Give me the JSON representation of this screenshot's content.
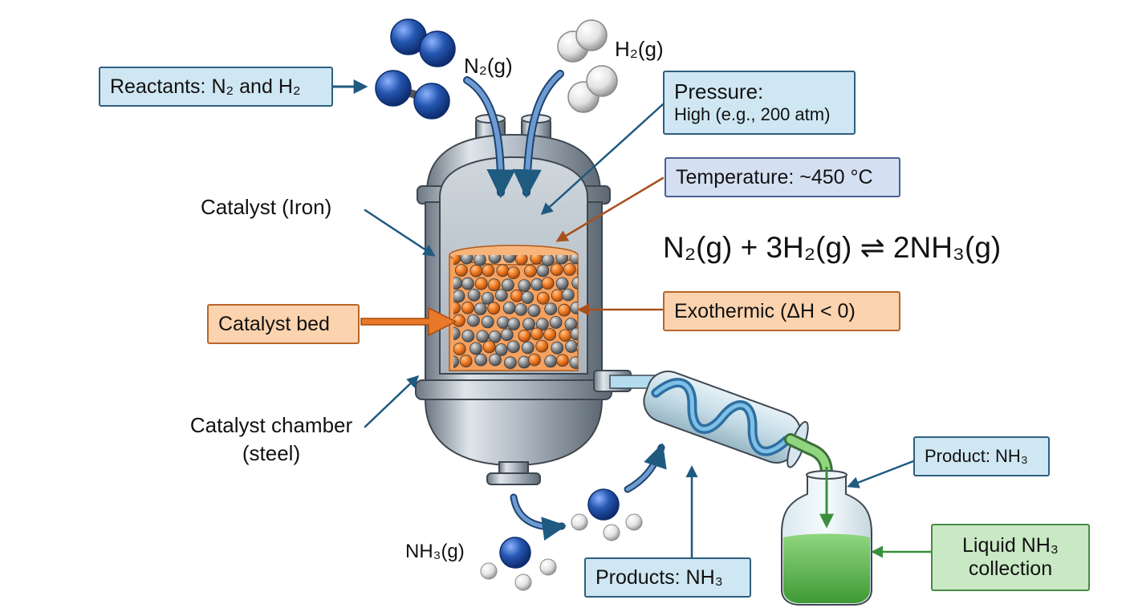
{
  "labels": {
    "reactants_box": "Reactants: N₂ and H₂",
    "n2_gas": "N₂(g)",
    "h2_gas": "H₂(g)",
    "pressure_title": "Pressure:",
    "pressure_value": "High (e.g., 200 atm)",
    "temperature": "Temperature: ~450 °C",
    "catalyst_iron": "Catalyst (Iron)",
    "catalyst_bed": "Catalyst bed",
    "equation": "N₂(g) + 3H₂(g) ⇌ 2NH₃(g)",
    "exothermic": "Exothermic (ΔH < 0)",
    "catalyst_chamber_line1": "Catalyst chamber",
    "catalyst_chamber_line2": "(steel)",
    "nh3_gas": "NH₃(g)",
    "products_box": "Products: NH₃",
    "product_box": "Product: NH₃",
    "liquid_line1": "Liquid NH₃",
    "liquid_line2": "collection"
  },
  "colors": {
    "blue_box": "#cfe7f3",
    "orange_box": "#fbd3ae",
    "green_box": "#c9e8c4",
    "lavender_box": "#d4dff2",
    "arrow_blue": "#1f5a80",
    "arrow_orange": "#e8782a",
    "arrow_brown": "#a8501c",
    "arrow_green": "#3b8f3a",
    "nitrogen": "#2456b0",
    "hydrogen": "#e6e6e6",
    "catalyst_orange": "#f07a22",
    "catalyst_grey": "#8a8d90",
    "steel": "#b9c2cb",
    "liquid": "#5fbf4f"
  }
}
